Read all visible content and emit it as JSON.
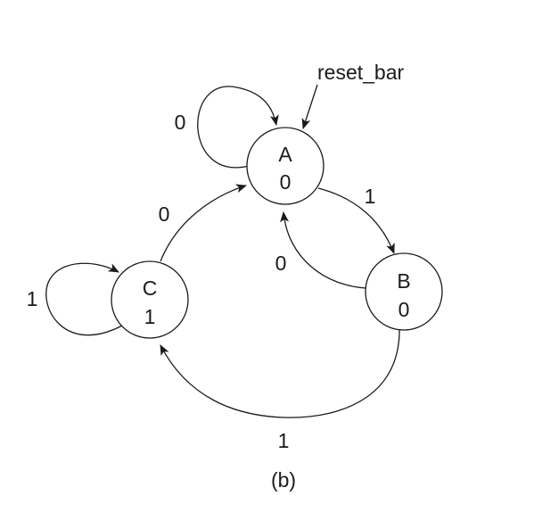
{
  "caption": "(b)",
  "start_label": "reset_bar",
  "states": [
    {
      "id": "A",
      "name": "A",
      "output": "0"
    },
    {
      "id": "B",
      "name": "B",
      "output": "0"
    },
    {
      "id": "C",
      "name": "C",
      "output": "1"
    }
  ],
  "transitions": [
    {
      "from": "A",
      "to": "A",
      "input": "0"
    },
    {
      "from": "A",
      "to": "B",
      "input": "1"
    },
    {
      "from": "B",
      "to": "A",
      "input": "0"
    },
    {
      "from": "B",
      "to": "C",
      "input": "1"
    },
    {
      "from": "C",
      "to": "C",
      "input": "1"
    },
    {
      "from": "C",
      "to": "A",
      "input": "0"
    }
  ],
  "colors": {
    "stroke": "#1a1a1a",
    "background": "#ffffff"
  }
}
